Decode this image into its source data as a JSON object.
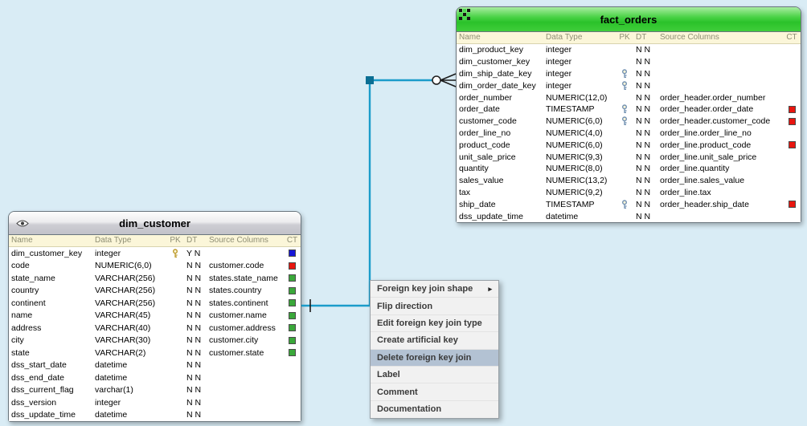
{
  "colors": {
    "canvas_bg": "#d9ecf5",
    "join_line": "#1b9cca",
    "handle": "#0b6e93",
    "cardinality": "#1b1b1b",
    "ct_red": "#e8150f",
    "ct_green": "#3aa83a",
    "ct_blue": "#1616d8",
    "key_gold": "#bd9a2a",
    "key_steel": "#7291b2",
    "menu_highlight": "#b3c2d3"
  },
  "tables": {
    "fact_orders": {
      "title": "fact_orders",
      "columns": [
        "Name",
        "Data Type",
        "PK",
        "DT",
        "Source Columns",
        "CT"
      ],
      "rows": [
        {
          "name": "dim_product_key",
          "type": "integer",
          "pk": "",
          "flags": "N N",
          "source": "",
          "ct": ""
        },
        {
          "name": "dim_customer_key",
          "type": "integer",
          "pk": "",
          "flags": "N N",
          "source": "",
          "ct": ""
        },
        {
          "name": "dim_ship_date_key",
          "type": "integer",
          "pk": "steel",
          "flags": "N N",
          "source": "",
          "ct": ""
        },
        {
          "name": "dim_order_date_key",
          "type": "integer",
          "pk": "steel",
          "flags": "N N",
          "source": "",
          "ct": ""
        },
        {
          "name": "order_number",
          "type": "NUMERIC(12,0)",
          "pk": "",
          "flags": "N N",
          "source": "order_header.order_number",
          "ct": ""
        },
        {
          "name": "order_date",
          "type": "TIMESTAMP",
          "pk": "steel",
          "flags": "N N",
          "source": "order_header.order_date",
          "ct": "red"
        },
        {
          "name": "customer_code",
          "type": "NUMERIC(6,0)",
          "pk": "steel",
          "flags": "N N",
          "source": "order_header.customer_code",
          "ct": "red"
        },
        {
          "name": "order_line_no",
          "type": "NUMERIC(4,0)",
          "pk": "",
          "flags": "N N",
          "source": "order_line.order_line_no",
          "ct": ""
        },
        {
          "name": "product_code",
          "type": "NUMERIC(6,0)",
          "pk": "",
          "flags": "N N",
          "source": "order_line.product_code",
          "ct": "red"
        },
        {
          "name": "unit_sale_price",
          "type": "NUMERIC(9,3)",
          "pk": "",
          "flags": "N N",
          "source": "order_line.unit_sale_price",
          "ct": ""
        },
        {
          "name": "quantity",
          "type": "NUMERIC(8,0)",
          "pk": "",
          "flags": "N N",
          "source": "order_line.quantity",
          "ct": ""
        },
        {
          "name": "sales_value",
          "type": "NUMERIC(13,2)",
          "pk": "",
          "flags": "N N",
          "source": "order_line.sales_value",
          "ct": ""
        },
        {
          "name": "tax",
          "type": "NUMERIC(9,2)",
          "pk": "",
          "flags": "N N",
          "source": "order_line.tax",
          "ct": ""
        },
        {
          "name": "ship_date",
          "type": "TIMESTAMP",
          "pk": "steel",
          "flags": "N N",
          "source": "order_header.ship_date",
          "ct": "red"
        },
        {
          "name": "dss_update_time",
          "type": "datetime",
          "pk": "",
          "flags": "N N",
          "source": "",
          "ct": ""
        }
      ]
    },
    "dim_customer": {
      "title": "dim_customer",
      "columns": [
        "Name",
        "Data Type",
        "PK",
        "DT",
        "Source Columns",
        "CT"
      ],
      "rows": [
        {
          "name": "dim_customer_key",
          "type": "integer",
          "pk": "gold",
          "flags": "Y N",
          "source": "",
          "ct": "blue"
        },
        {
          "name": "code",
          "type": "NUMERIC(6,0)",
          "pk": "",
          "flags": "N N",
          "source": "customer.code",
          "ct": "red"
        },
        {
          "name": "state_name",
          "type": "VARCHAR(256)",
          "pk": "",
          "flags": "N N",
          "source": "states.state_name",
          "ct": "green"
        },
        {
          "name": "country",
          "type": "VARCHAR(256)",
          "pk": "",
          "flags": "N N",
          "source": "states.country",
          "ct": "green"
        },
        {
          "name": "continent",
          "type": "VARCHAR(256)",
          "pk": "",
          "flags": "N N",
          "source": "states.continent",
          "ct": "green"
        },
        {
          "name": "name",
          "type": "VARCHAR(45)",
          "pk": "",
          "flags": "N N",
          "source": "customer.name",
          "ct": "green"
        },
        {
          "name": "address",
          "type": "VARCHAR(40)",
          "pk": "",
          "flags": "N N",
          "source": "customer.address",
          "ct": "green"
        },
        {
          "name": "city",
          "type": "VARCHAR(30)",
          "pk": "",
          "flags": "N N",
          "source": "customer.city",
          "ct": "green"
        },
        {
          "name": "state",
          "type": "VARCHAR(2)",
          "pk": "",
          "flags": "N N",
          "source": "customer.state",
          "ct": "green"
        },
        {
          "name": "dss_start_date",
          "type": "datetime",
          "pk": "",
          "flags": "N N",
          "source": "",
          "ct": ""
        },
        {
          "name": "dss_end_date",
          "type": "datetime",
          "pk": "",
          "flags": "N N",
          "source": "",
          "ct": ""
        },
        {
          "name": "dss_current_flag",
          "type": "varchar(1)",
          "pk": "",
          "flags": "N N",
          "source": "",
          "ct": ""
        },
        {
          "name": "dss_version",
          "type": "integer",
          "pk": "",
          "flags": "N N",
          "source": "",
          "ct": ""
        },
        {
          "name": "dss_update_time",
          "type": "datetime",
          "pk": "",
          "flags": "N N",
          "source": "",
          "ct": ""
        }
      ]
    }
  },
  "menu": {
    "items": [
      {
        "label": "Foreign key join shape",
        "submenu": true,
        "highlighted": false
      },
      {
        "label": "Flip direction",
        "submenu": false,
        "highlighted": false
      },
      {
        "label": "Edit foreign key join type",
        "submenu": false,
        "highlighted": false
      },
      {
        "label": "Create artificial key",
        "submenu": false,
        "highlighted": false
      },
      {
        "label": "Delete foreign key join",
        "submenu": false,
        "highlighted": true
      },
      {
        "label": "Label",
        "submenu": false,
        "highlighted": false
      },
      {
        "label": "Comment",
        "submenu": false,
        "highlighted": false
      },
      {
        "label": "Documentation",
        "submenu": false,
        "highlighted": false
      }
    ]
  }
}
